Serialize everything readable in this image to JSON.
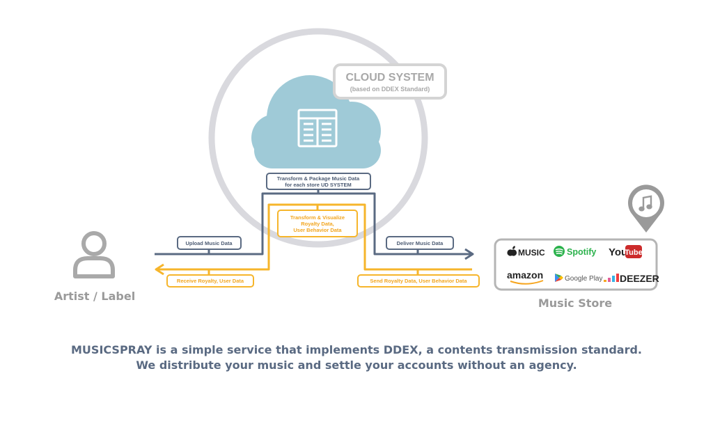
{
  "cloud": {
    "title": "CLOUD SYSTEM",
    "subtitle": "(based on DDEX Standard)",
    "package_line1": "Transform & Package Music Data",
    "package_line2": "for each store UD SYSTEM",
    "visualize_line1": "Transform & Visualize",
    "visualize_line2": "Royalty Data,",
    "visualize_line3": "User Behavior Data"
  },
  "artist": {
    "label": "Artist / Label"
  },
  "flows": {
    "upload": "Upload Music Data",
    "receive": "Receive Royalty, User Data",
    "deliver": "Deliver Music Data",
    "send": "Send Royalty Data, User Behavior Data"
  },
  "store": {
    "label": "Music Store",
    "logos": {
      "apple": "MUSIC",
      "spotify": "Spotify",
      "youtube_you": "You",
      "youtube_tube": "Tube",
      "amazon": "amazon",
      "googleplay": "Google Play",
      "deezer": "DEEZER"
    }
  },
  "caption": {
    "line1": "MUSICSPRAY is a simple service that implements DDEX, a contents transmission standard.",
    "line2": "We distribute your music and settle your accounts without an agency."
  },
  "colors": {
    "navy": "#5a6a82",
    "gold": "#f6b52b",
    "gray": "#b5b5b5",
    "circle": "#d9d9de",
    "cloud": "#9fcad7",
    "spotify": "#2bb24c",
    "youtube": "#cc2b2b"
  }
}
